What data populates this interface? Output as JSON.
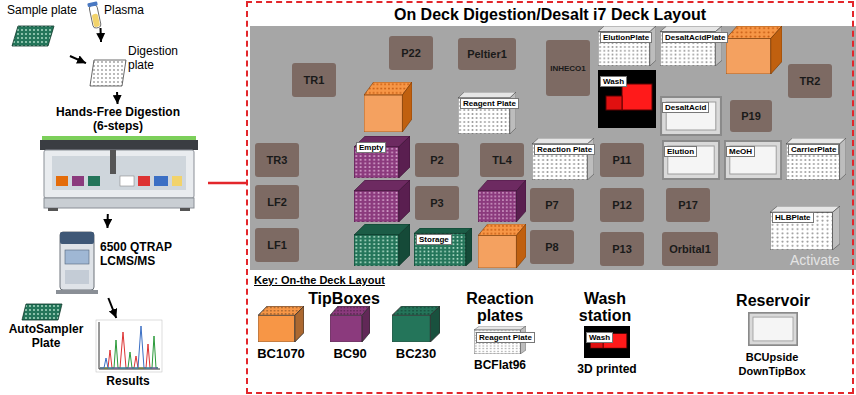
{
  "diagram": {
    "nodes": [
      {
        "text": [
          "Sample plate"
        ]
      },
      {
        "text": [
          "Plasma"
        ]
      },
      {
        "text": [
          "Digestion plate"
        ]
      },
      {
        "text": [
          "Hands-Free Digestion (6-steps)"
        ]
      },
      {
        "text": [
          "6500 QTRAP LCMS/MS"
        ]
      },
      {
        "text": [
          "AutoSampler Plate"
        ]
      },
      {
        "text": [
          "Results"
        ]
      },
      {
        "text": [
          "On Deck Digestion/Desalt i7 Deck Layout"
        ]
      },
      {
        "text": [
          "TR1"
        ],
        "in": 7
      },
      {
        "text": [
          "P22"
        ],
        "in": 7
      },
      {
        "text": [
          "Peltier1"
        ],
        "in": 7
      },
      {
        "text": [
          "INHECO1"
        ],
        "in": 7
      },
      {
        "text": [
          "ElutionPlate"
        ],
        "in": 7
      },
      {
        "text": [
          "DesaltAcidPlate"
        ],
        "in": 7
      },
      {
        "text": [
          "TR2"
        ],
        "in": 7
      },
      {
        "text": [
          "Reagent Plate"
        ],
        "in": 7
      },
      {
        "text": [
          "Wash"
        ],
        "in": 7
      },
      {
        "text": [
          "DesaltAcid"
        ],
        "in": 7
      },
      {
        "text": [
          "P19"
        ],
        "in": 7
      },
      {
        "text": [
          "TR3"
        ],
        "in": 7
      },
      {
        "text": [
          "Empty"
        ],
        "in": 7
      },
      {
        "text": [
          "P2"
        ],
        "in": 7
      },
      {
        "text": [
          "TL4"
        ],
        "in": 7
      },
      {
        "text": [
          "Reaction Plate"
        ],
        "in": 7
      },
      {
        "text": [
          "P11"
        ],
        "in": 7
      },
      {
        "text": [
          "Elution"
        ],
        "in": 7
      },
      {
        "text": [
          "MeOH"
        ],
        "in": 7
      },
      {
        "text": [
          "CarrierPlate"
        ],
        "in": 7
      },
      {
        "text": [
          "LF2"
        ],
        "in": 7
      },
      {
        "text": [
          "P3"
        ],
        "in": 7
      },
      {
        "text": [
          "P7"
        ],
        "in": 7
      },
      {
        "text": [
          "P12"
        ],
        "in": 7
      },
      {
        "text": [
          "P17"
        ],
        "in": 7
      },
      {
        "text": [
          "HLBPlate"
        ],
        "in": 7
      },
      {
        "text": [
          "LF1"
        ],
        "in": 7
      },
      {
        "text": [
          "Storage"
        ],
        "in": 7
      },
      {
        "text": [
          "P8"
        ],
        "in": 7
      },
      {
        "text": [
          "P13"
        ],
        "in": 7
      },
      {
        "text": [
          "Orbital1"
        ],
        "in": 7
      },
      {
        "text": [
          "Reagent Plate"
        ],
        "in": 7
      },
      {
        "text": [
          "Wash"
        ],
        "in": 7
      }
    ],
    "edges": [
      {
        "from": 0,
        "to": 2,
        "arrow": "to"
      },
      {
        "from": 1,
        "to": 2,
        "arrow": "to"
      },
      {
        "from": 2,
        "to": 3,
        "arrow": "to"
      },
      {
        "from": 3,
        "to": 7,
        "arrow": "none"
      },
      {
        "from": 3,
        "to": 4,
        "arrow": "to"
      },
      {
        "from": 4,
        "to": 6,
        "arrow": "to"
      }
    ],
    "labels": [
      "Key: On-the Deck Layout",
      "TipBoxes",
      "Reaction plates",
      "Wash station",
      "Reservoir",
      "Activate"
    ],
    "legend": [
      {
        "text": "BC1070",
        "color": "#f79646"
      },
      {
        "text": "BC90",
        "color": "#8b3a7d"
      },
      {
        "text": "BC230",
        "color": "#24755a"
      },
      {
        "text": "BCFlat96"
      },
      {
        "text": "3D printed"
      },
      {
        "text": "BCUpside DownTipBox"
      }
    ]
  }
}
